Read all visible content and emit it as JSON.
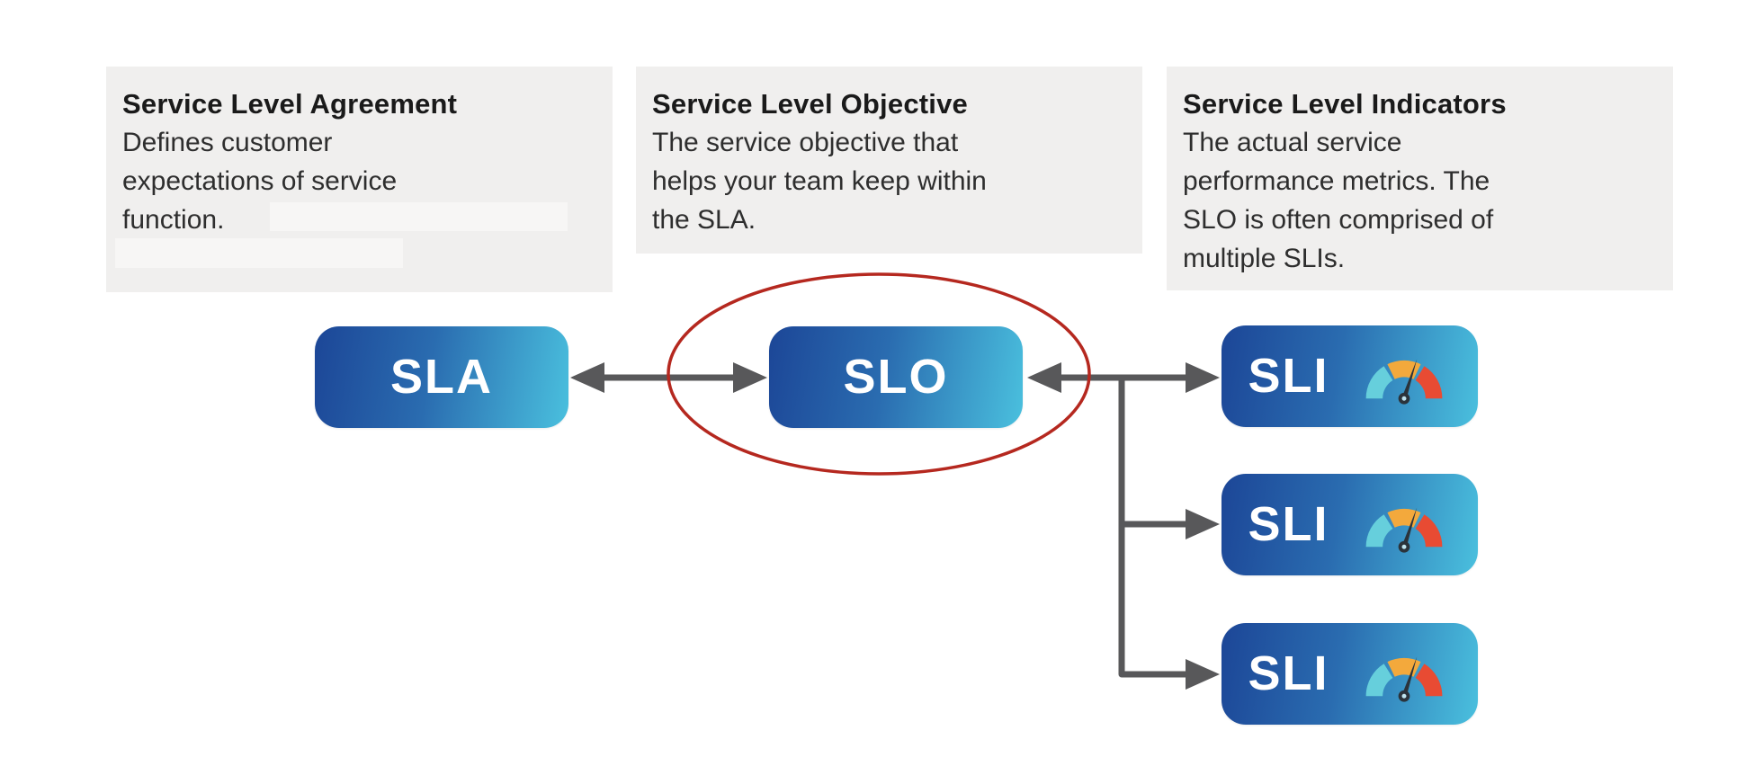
{
  "diagram_title": "SLA / SLO / SLI relationship diagram",
  "cards": [
    {
      "title": "Service Level Agreement",
      "lines": [
        "Defines customer",
        "expectations of service",
        "function."
      ],
      "redacted_lines": 2
    },
    {
      "title": "Service Level Objective",
      "lines": [
        "The service objective that",
        "helps your team keep within",
        "the SLA."
      ]
    },
    {
      "title": "Service Level Indicators",
      "lines": [
        "The actual service",
        "performance metrics. The",
        "SLO is often comprised of",
        "multiple SLIs."
      ]
    }
  ],
  "nodes": {
    "sla": {
      "label": "SLA"
    },
    "slo": {
      "label": "SLO",
      "highlighted": true
    },
    "sli_items": [
      {
        "label": "SLI",
        "icon": "gauge-meter-icon"
      },
      {
        "label": "SLI",
        "icon": "gauge-meter-icon"
      },
      {
        "label": "SLI",
        "icon": "gauge-meter-icon"
      }
    ]
  },
  "connections": [
    {
      "from": "SLA",
      "to": "SLO",
      "type": "double-arrow"
    },
    {
      "from": "SLO",
      "to": "SLI",
      "type": "branching-arrow",
      "branches": 3
    }
  ],
  "colors": {
    "card_background": "#f0efee",
    "redacted_bar": "#f7f6f5",
    "node_gradient_start": "#1c4697",
    "node_gradient_end": "#4ac0de",
    "arrow": "#58585a",
    "highlight_ellipse": "#b5281f",
    "gauge_teal": "#66cfdc",
    "gauge_orange": "#f3a93c",
    "gauge_red": "#e84b33",
    "gauge_needle": "#2b333b"
  }
}
